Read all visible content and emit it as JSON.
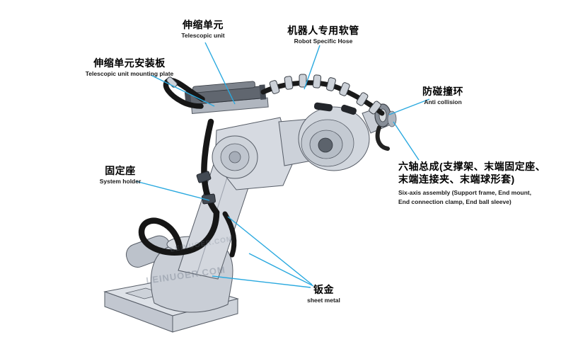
{
  "diagram": {
    "accent_color": "#2aa9df",
    "labels": {
      "telescopic_unit": {
        "zh": "伸缩单元",
        "en": "Telescopic unit"
      },
      "robot_hose": {
        "zh": "机器人专用软管",
        "en": "Robot Specific Hose"
      },
      "mounting_plate": {
        "zh": "伸缩单元安装板",
        "en": "Telescopic unit mounting plate"
      },
      "anti_collision": {
        "zh": "防碰撞环",
        "en": "Anti collision"
      },
      "system_holder": {
        "zh": "固定座",
        "en": "System holder"
      },
      "six_axis": {
        "zh1": "六轴总成(支撑架、末端固定座、",
        "zh2": "末端连接夹、末端球形套)",
        "en1": "Six-axis assembly (Support frame,  End mount,",
        "en2": "End connection clamp,  End ball sleeve)"
      },
      "sheet_metal": {
        "zh": "钣金",
        "en": "sheet metal"
      }
    },
    "watermark": "LEINUOER.COM"
  }
}
